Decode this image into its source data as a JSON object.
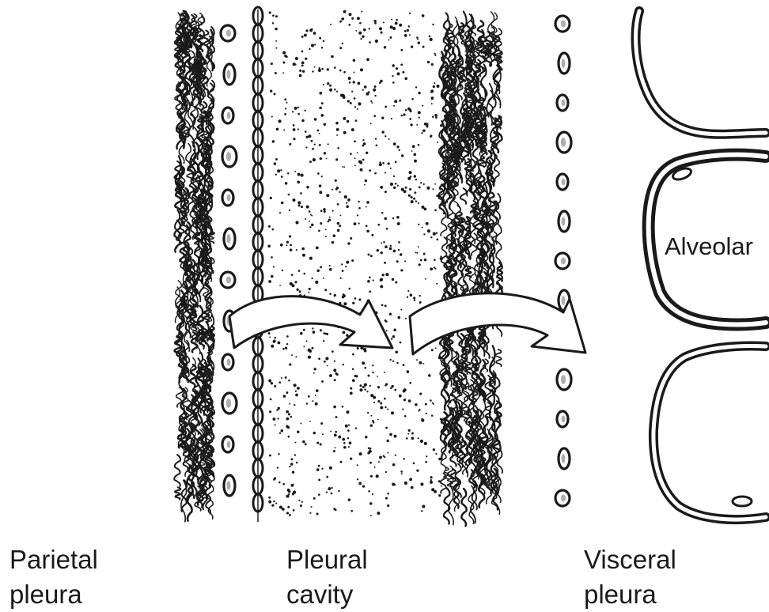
{
  "labels": {
    "parietal": {
      "line1": "Parietal",
      "line2": "pleura"
    },
    "cavity": {
      "line1": "Pleural",
      "line2": "cavity"
    },
    "visceral": {
      "line1": "Visceral",
      "line2": "pleura"
    },
    "alveolar": "Alveolar"
  },
  "colors": {
    "ink": "#1a1a1a",
    "background": "#ffffff",
    "arrow_fill": "#ffffff"
  },
  "icons": {
    "arrow": "curved-arrow-right-icon"
  }
}
